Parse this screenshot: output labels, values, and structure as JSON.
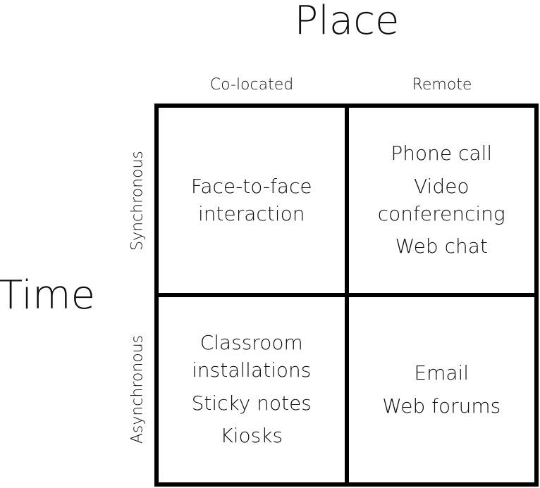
{
  "place_title": "Place",
  "time_title": "Time",
  "columns": [
    "Co-located",
    "Remote"
  ],
  "rows": [
    "Synchronous",
    "Asynchronous"
  ],
  "cells": {
    "sync_colocated": [
      "Face-to-face interaction"
    ],
    "sync_remote": [
      "Phone call",
      "Video conferencing",
      "Web chat"
    ],
    "async_colocated": [
      "Classroom installations",
      "Sticky notes",
      "Kiosks"
    ],
    "async_remote": [
      "Email",
      "Web forums"
    ]
  }
}
